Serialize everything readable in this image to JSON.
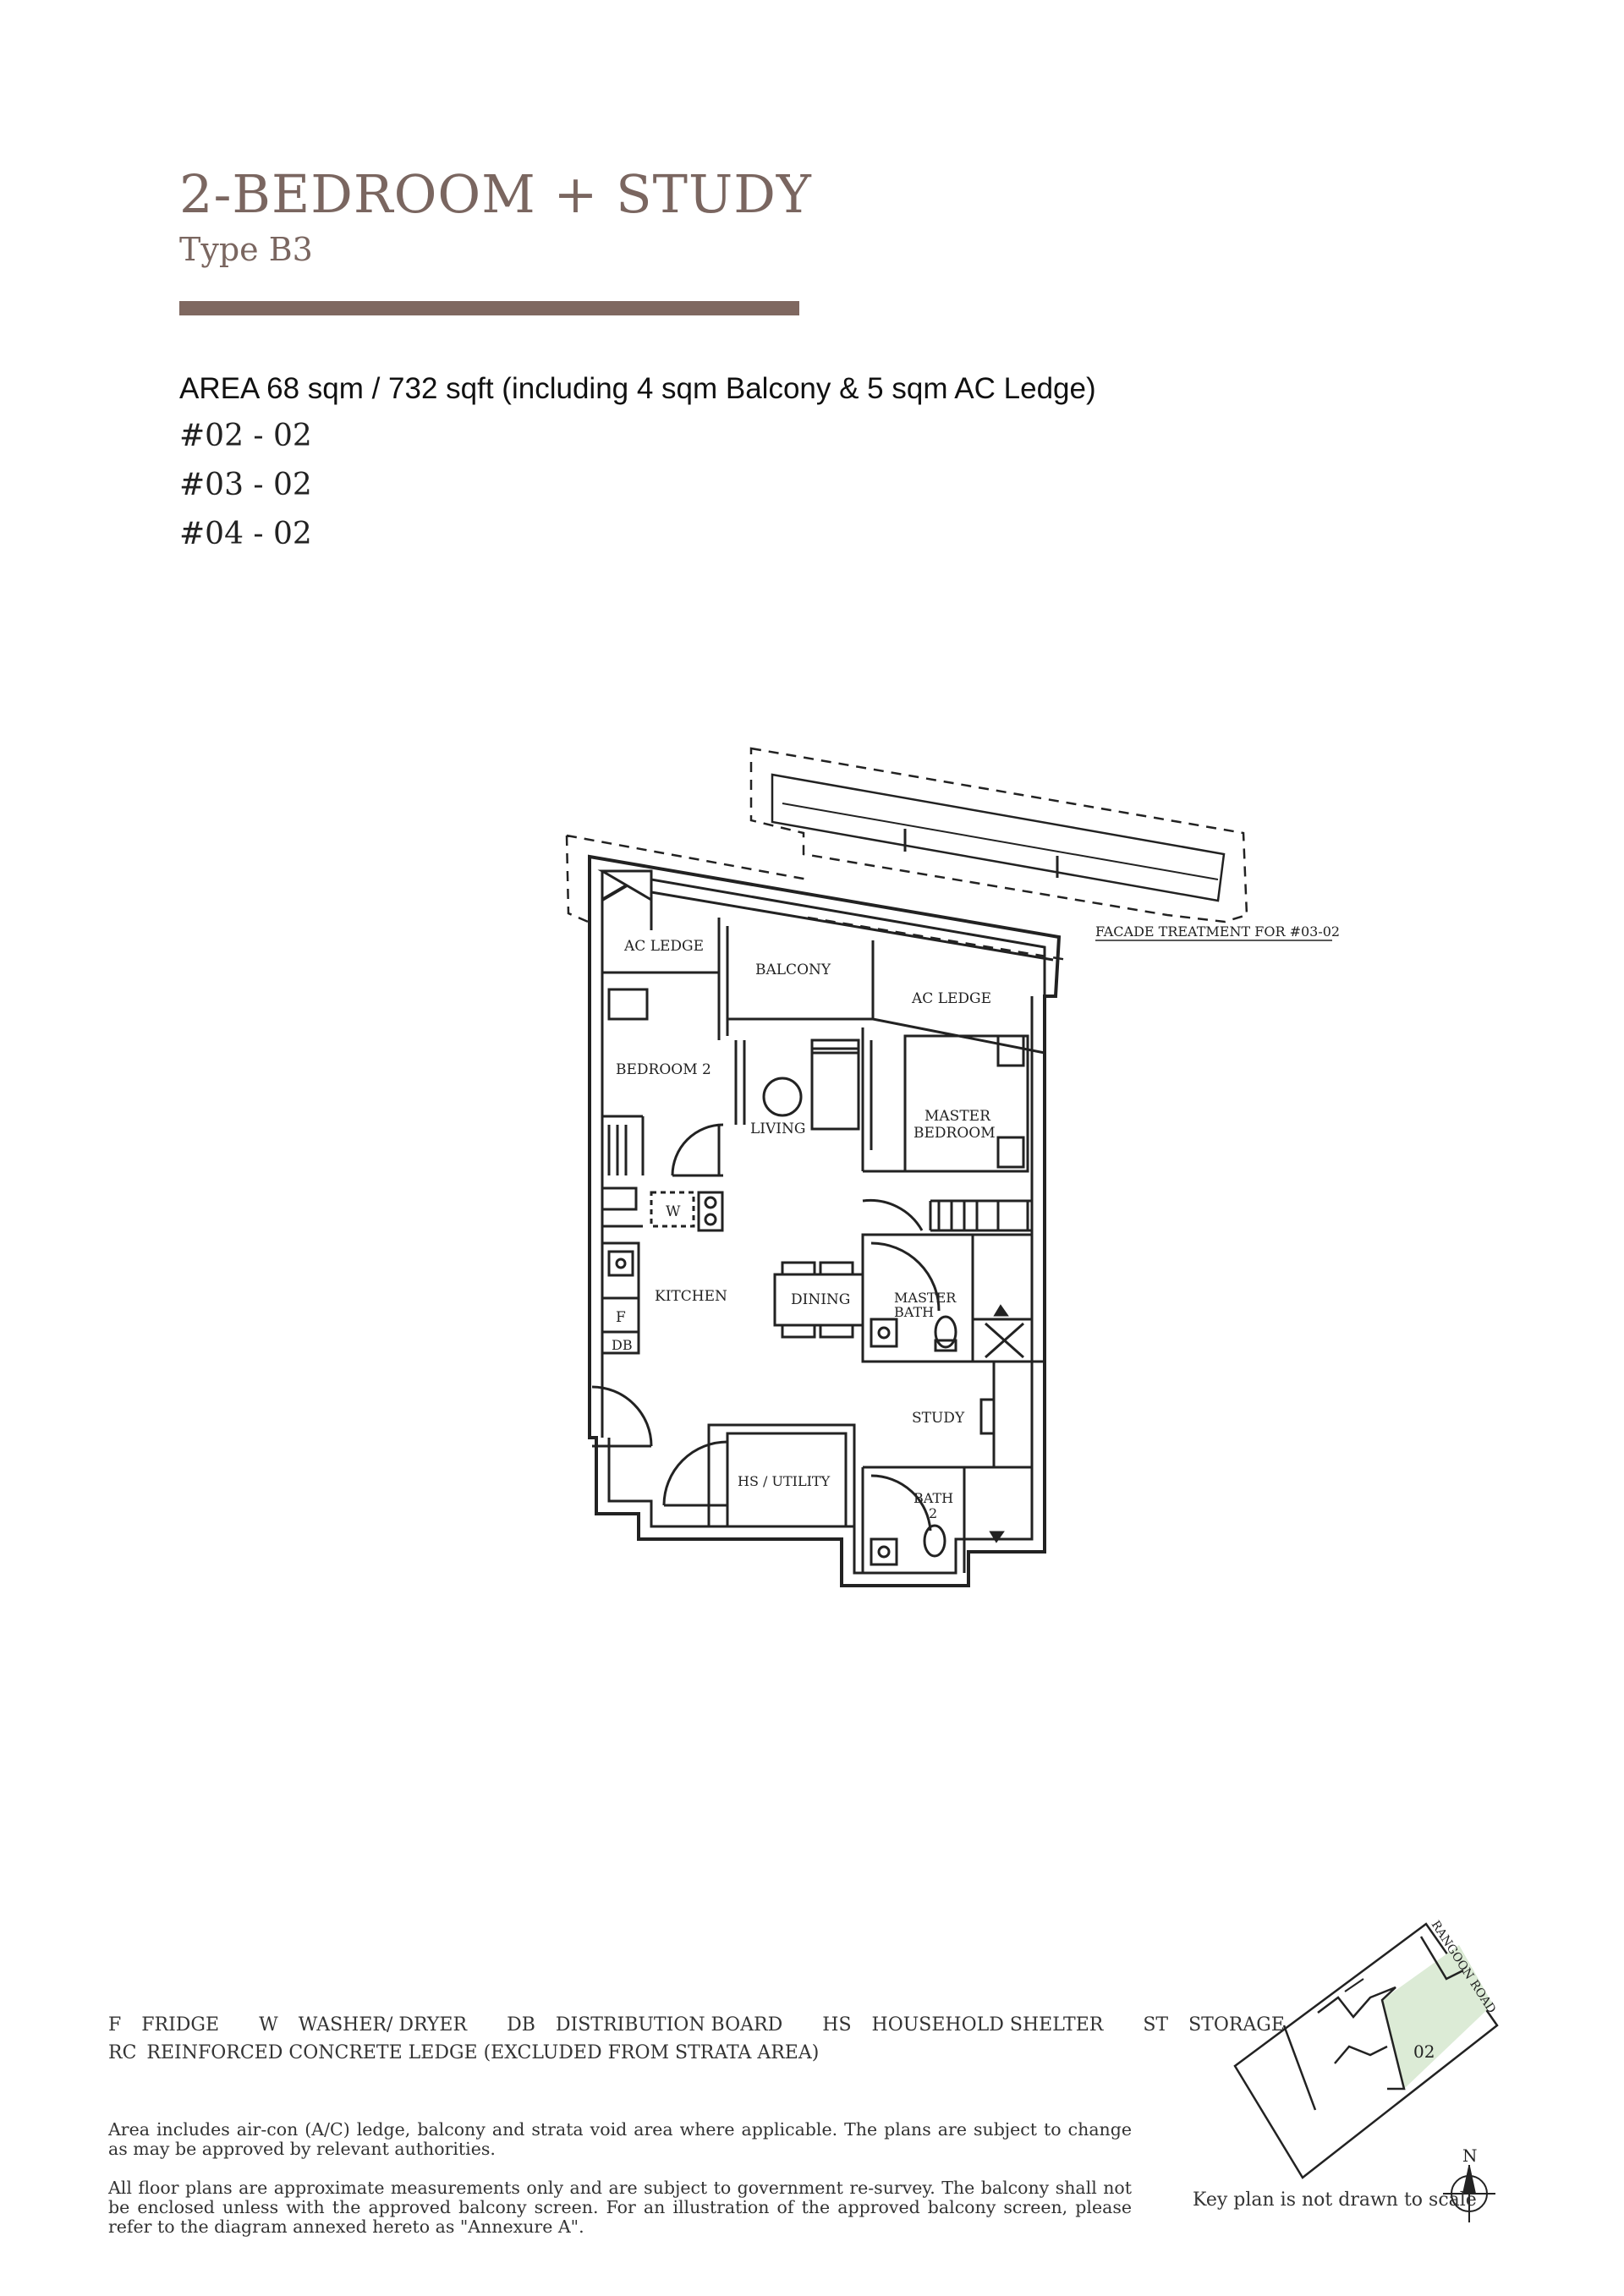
{
  "header": {
    "title": "2-BEDROOM + STUDY",
    "subtitle": "Type B3",
    "accent_color": "#7f6860"
  },
  "area_text": "AREA 68 sqm / 732 sqft (including 4 sqm Balcony & 5 sqm AC Ledge)",
  "units": [
    "#02 - 02",
    "#03 - 02",
    "#04 - 02"
  ],
  "floorplan": {
    "facade_note": "FACADE TREATMENT FOR #03-02",
    "rooms": {
      "ac_ledge_1": "AC LEDGE",
      "balcony": "BALCONY",
      "ac_ledge_2": "AC LEDGE",
      "bedroom_2": "BEDROOM 2",
      "living": "LIVING",
      "master_bedroom_1": "MASTER",
      "master_bedroom_2": "BEDROOM",
      "washer": "W",
      "kitchen": "KITCHEN",
      "dining": "DINING",
      "master_bath_1": "MASTER",
      "master_bath_2": "BATH",
      "fridge": "F",
      "db": "DB",
      "study": "STUDY",
      "hs_utility": "HS / UTILITY",
      "bath2_1": "BATH",
      "bath2_2": "2"
    }
  },
  "legend": {
    "row1": [
      {
        "code": "F",
        "label": "FRIDGE"
      },
      {
        "code": "W",
        "label": "WASHER/ DRYER"
      },
      {
        "code": "DB",
        "label": "DISTRIBUTION BOARD"
      },
      {
        "code": "HS",
        "label": "HOUSEHOLD SHELTER"
      },
      {
        "code": "ST",
        "label": "STORAGE"
      }
    ],
    "row2": {
      "code": "RC",
      "label": "REINFORCED CONCRETE LEDGE (EXCLUDED FROM STRATA AREA)"
    }
  },
  "notes": [
    "Area includes air-con (A/C) ledge, balcony and strata void area where applicable. The plans are subject to change as may be approved by relevant authorities.",
    "All floor plans are approximate measurements only and are subject to government re-survey. The balcony shall not be enclosed unless with the approved balcony screen. For an illustration of the approved balcony screen, please refer to the diagram annexed hereto as \"Annexure A\"."
  ],
  "keyplan": {
    "road": "RANGOON ROAD",
    "unit_label": "02",
    "highlight_color": "#dcebd6",
    "north": "N",
    "caption": "Key plan is not drawn to scale"
  }
}
